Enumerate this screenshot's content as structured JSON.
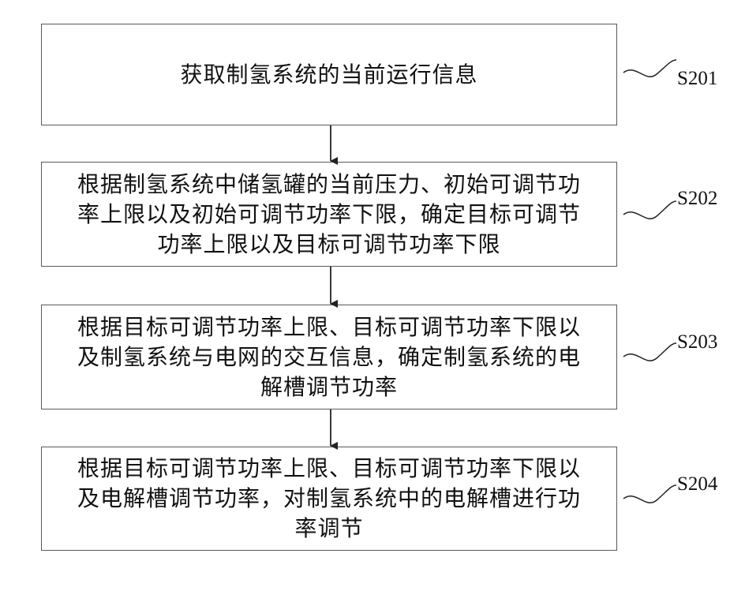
{
  "steps": [
    {
      "id": "S201",
      "text": "获取制氢系统的当前运行信息"
    },
    {
      "id": "S202",
      "text": "根据制氢系统中储氢罐的当前压力、初始可调节功\n率上限以及初始可调节功率下限，确定目标可调节\n功率上限以及目标可调节功率下限"
    },
    {
      "id": "S203",
      "text": "根据目标可调节功率上限、目标可调节功率下限以\n及制氢系统与电网的交互信息，确定制氢系统的电\n解槽调节功率"
    },
    {
      "id": "S204",
      "text": "根据目标可调节功率上限、目标可调节功率下限以\n及电解槽调节功率，对制氢系统中的电解槽进行功\n率调节"
    }
  ]
}
